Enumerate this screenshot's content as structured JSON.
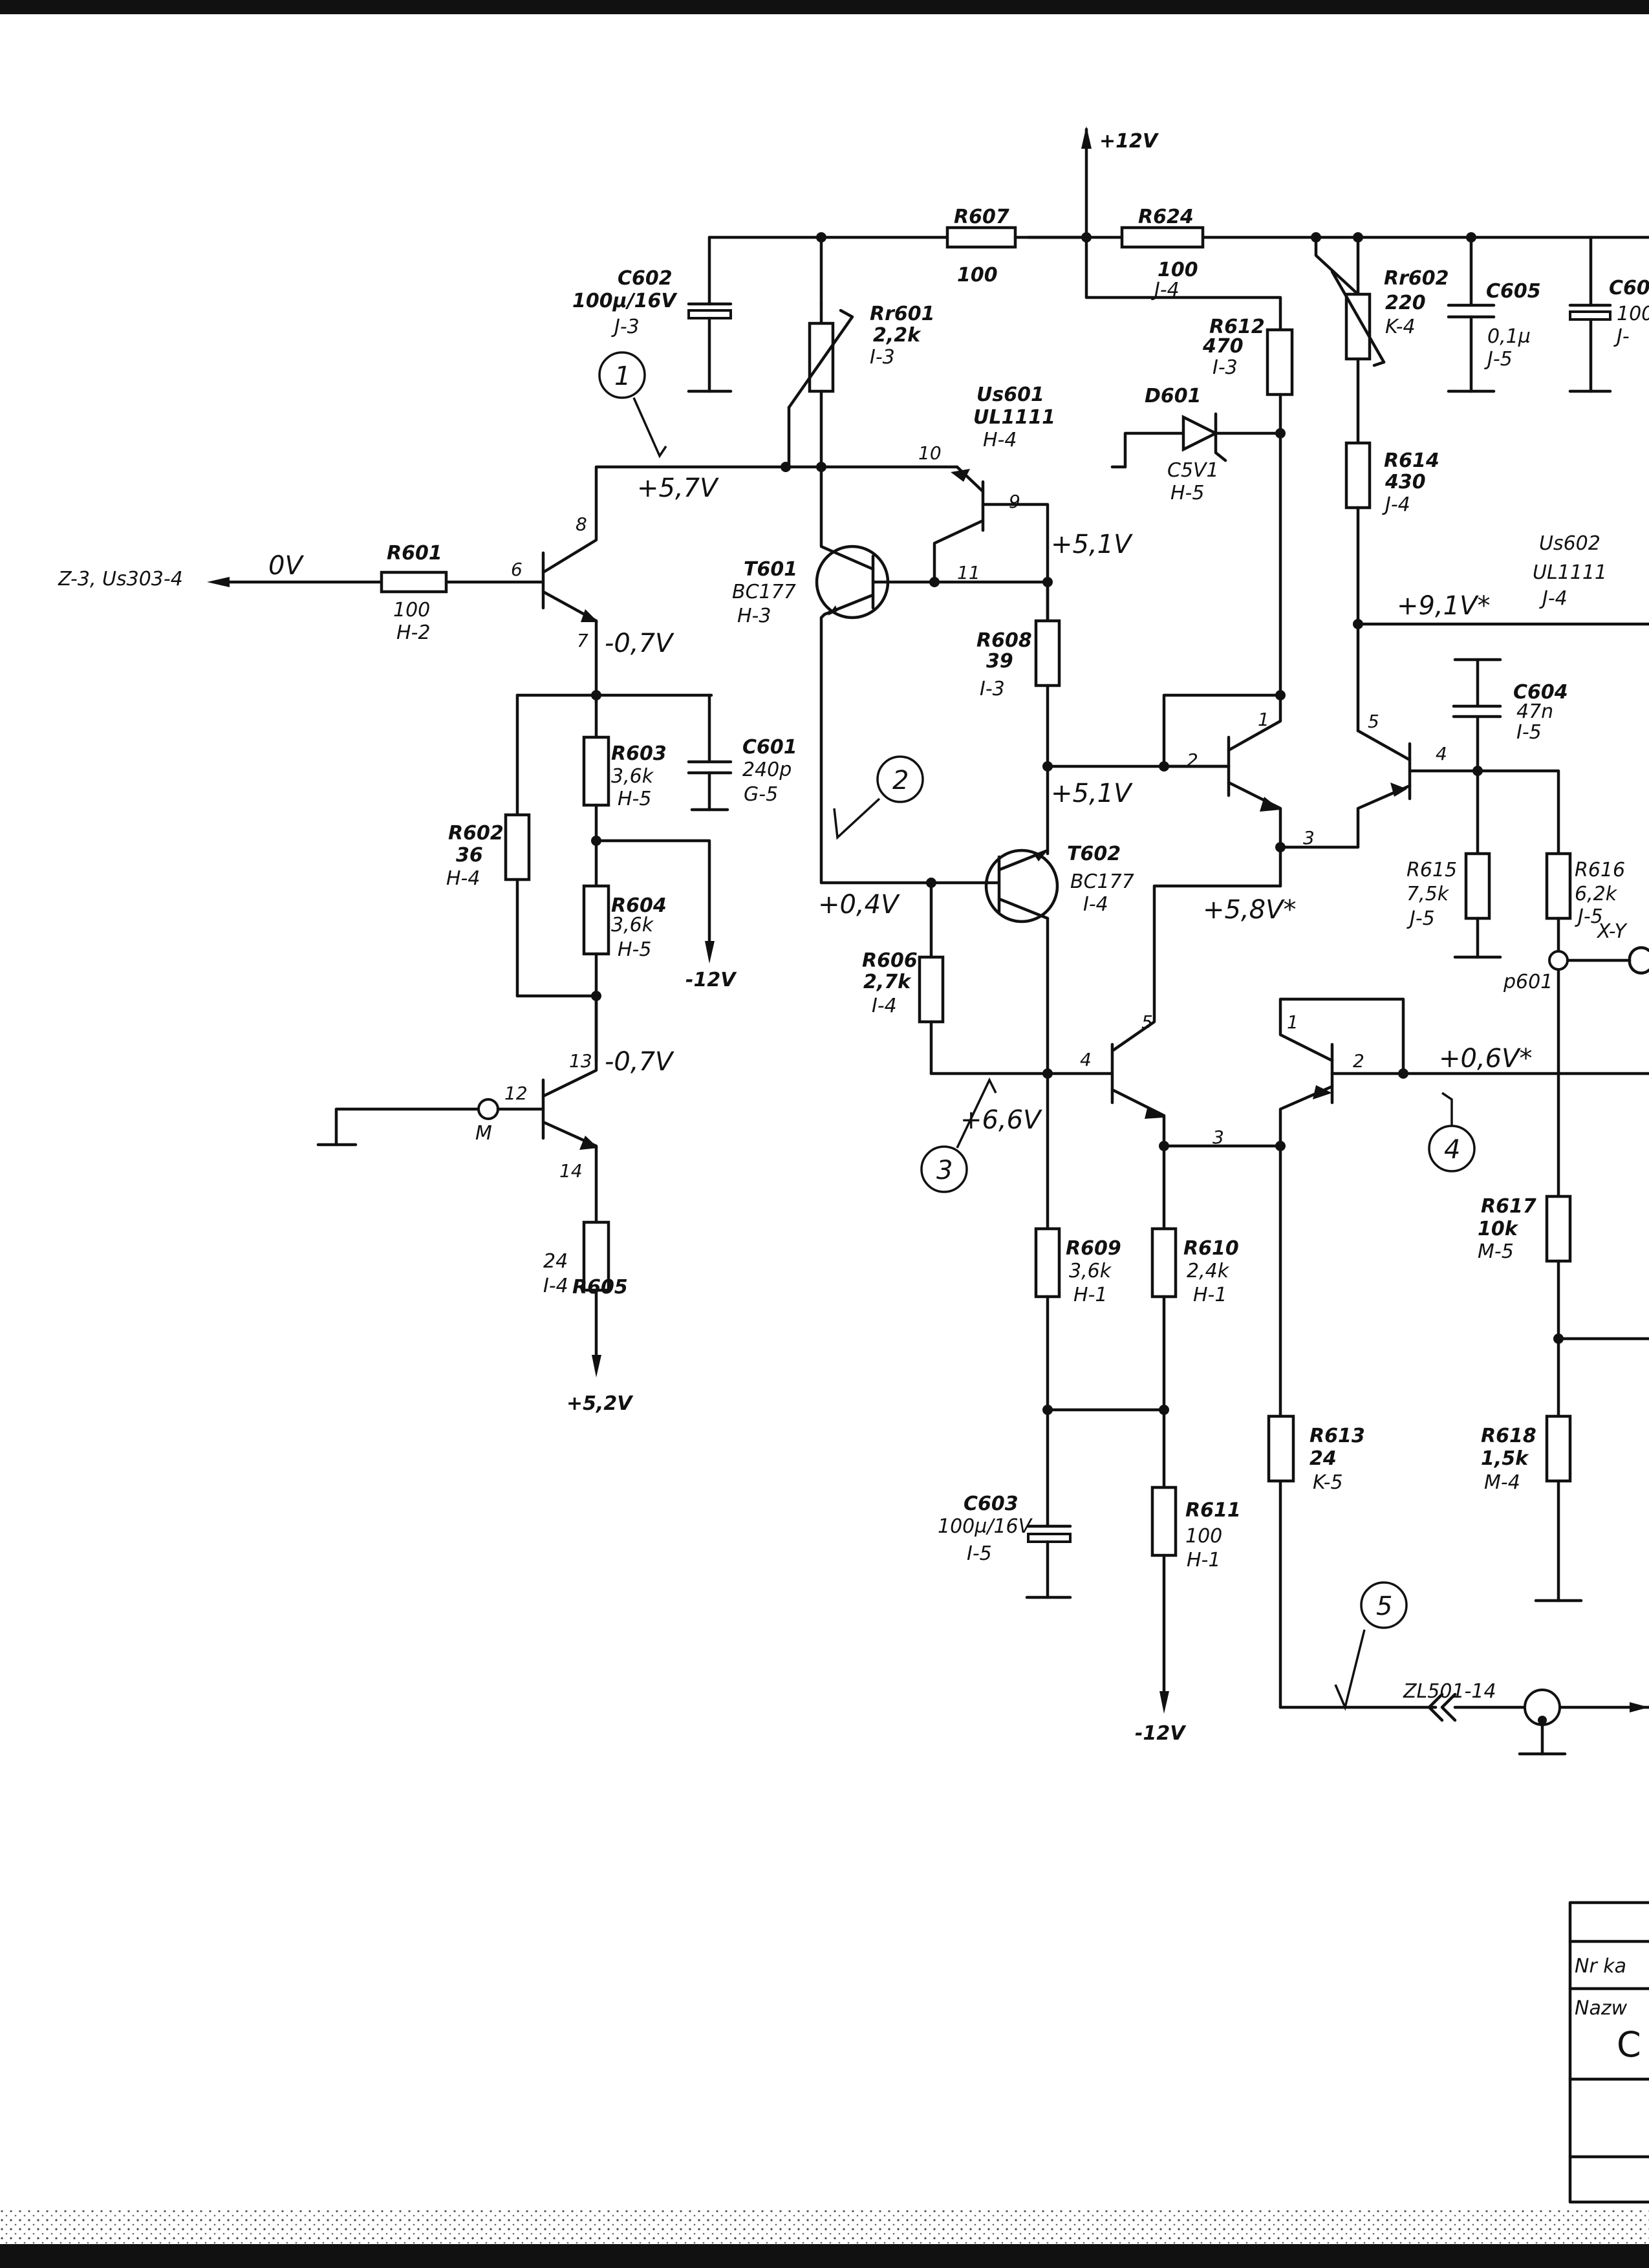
{
  "rails": {
    "plus12v": "+12V",
    "minus12v_1": "-12V",
    "minus12v_2": "-12V",
    "plus5_2v": "+5,2V"
  },
  "connectors": {
    "z3": "Z-3, Us303-4",
    "zl501": "ZL501-14",
    "xy": "X-Y",
    "p601": "p601",
    "m": "M",
    "zero_v": "0V"
  },
  "components": {
    "r601": {
      "name": "R601",
      "value": "100",
      "ref": "H-2"
    },
    "r602": {
      "name": "R602",
      "value": "36",
      "ref": "H-4"
    },
    "r603": {
      "name": "R603",
      "value": "3,6k",
      "ref": "H-5"
    },
    "r604": {
      "name": "R604",
      "value": "3,6k",
      "ref": "H-5"
    },
    "r605": {
      "name": "R605",
      "value": "24",
      "ref": "I-4"
    },
    "r606": {
      "name": "R606",
      "value": "2,7k",
      "ref": "I-4"
    },
    "r607": {
      "name": "R607",
      "value": "100"
    },
    "r608": {
      "name": "R608",
      "value": "39",
      "ref": "I-3"
    },
    "r609": {
      "name": "R609",
      "value": "3,6k",
      "ref": "H-1"
    },
    "r610": {
      "name": "R610",
      "value": "2,4k",
      "ref": "H-1"
    },
    "r611": {
      "name": "R611",
      "value": "100",
      "ref": "H-1"
    },
    "r612": {
      "name": "R612",
      "value": "470",
      "ref": "I-3"
    },
    "r613": {
      "name": "R613",
      "value": "24",
      "ref": "K-5"
    },
    "r614": {
      "name": "R614",
      "value": "430",
      "ref": "J-4"
    },
    "r615": {
      "name": "R615",
      "value": "7,5k",
      "ref": "J-5"
    },
    "r616": {
      "name": "R616",
      "value": "6,2k",
      "ref": "J-5"
    },
    "r617": {
      "name": "R617",
      "value": "10k",
      "ref": "M-5"
    },
    "r618": {
      "name": "R618",
      "value": "1,5k",
      "ref": "M-4"
    },
    "r624": {
      "name": "R624",
      "value": "100",
      "ref": "J-4"
    },
    "rr601": {
      "name": "Rr601",
      "value": "2,2k",
      "ref": "I-3"
    },
    "rr602": {
      "name": "Rr602",
      "value": "220",
      "ref": "K-4"
    },
    "c601": {
      "name": "C601",
      "value": "240p",
      "ref": "G-5"
    },
    "c602": {
      "name": "C602",
      "value": "100µ/16V",
      "ref": "J-3"
    },
    "c603": {
      "name": "C603",
      "value": "100µ/16V",
      "ref": "I-5"
    },
    "c604": {
      "name": "C604",
      "value": "47n",
      "ref": "I-5"
    },
    "c605": {
      "name": "C605",
      "value": "0,1µ",
      "ref": "J-5"
    },
    "c606": {
      "name": "C60",
      "value": "100",
      "ref": "J-"
    },
    "d601": {
      "name": "D601",
      "value": "C5V1",
      "ref": "H-5"
    },
    "t601": {
      "name": "T601",
      "value": "BC177",
      "ref": "H-3"
    },
    "t602": {
      "name": "T602",
      "value": "BC177",
      "ref": "I-4"
    },
    "us601": {
      "name": "Us601",
      "value": "UL1111",
      "ref": "H-4"
    },
    "us602": {
      "name": "Us602",
      "value": "UL1111",
      "ref": "J-4"
    }
  },
  "voltages": {
    "v1": "+5,7V",
    "v2": "+5,1V",
    "v3": "-0,7V",
    "v4": "+5,1V",
    "v5": "+0,4V",
    "v6": "+5,8V*",
    "v7": "+9,1V*",
    "v8": "-0,7V",
    "v9": "+6,6V",
    "v10": "+0,6V*"
  },
  "test_points": [
    "1",
    "2",
    "3",
    "4",
    "5"
  ],
  "pins": {
    "p6": "6",
    "p7": "7",
    "p8": "8",
    "p10": "10",
    "p9": "9",
    "p11": "11",
    "p13": "13",
    "p12": "12",
    "p14": "14",
    "q1": "1",
    "q2": "2",
    "q3": "3",
    "q4": "4",
    "q5": "5",
    "r3": "3",
    "r4": "4",
    "r5": "5",
    "r2": "2",
    "r1": "1",
    "r3b": "3"
  },
  "title_block": {
    "nr_label": "Nr ka",
    "name_label": "Nazw",
    "letter": "C"
  }
}
